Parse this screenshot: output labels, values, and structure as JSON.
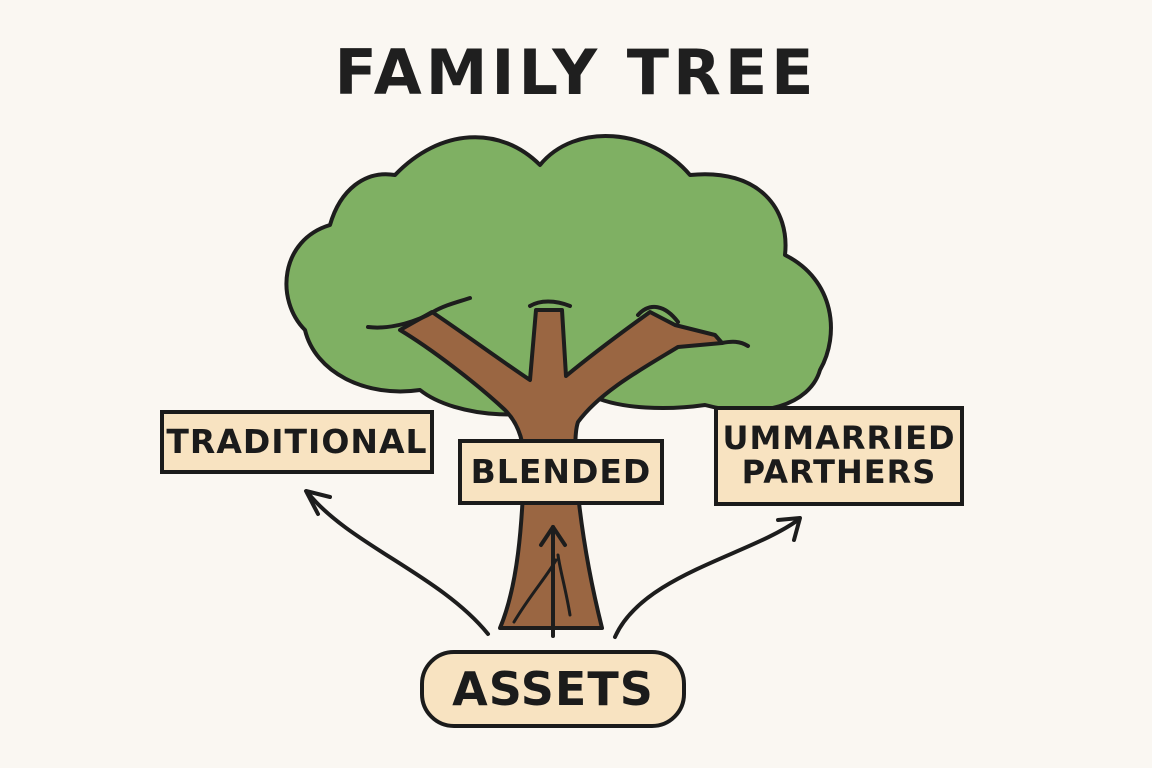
{
  "diagram": {
    "title": "FAMILY TREE",
    "branches": {
      "traditional": "TRADITIONAL",
      "blended": "BLENDED",
      "unmarried_line1": "UMMARRIED",
      "unmarried_line2": "PARTHERS"
    },
    "source": "ASSETS",
    "colors": {
      "background": "#faf7f2",
      "foliage": "#7fb063",
      "trunk": "#9a6642",
      "label_fill": "#f8e3c1",
      "outline": "#1b1b1b"
    }
  }
}
